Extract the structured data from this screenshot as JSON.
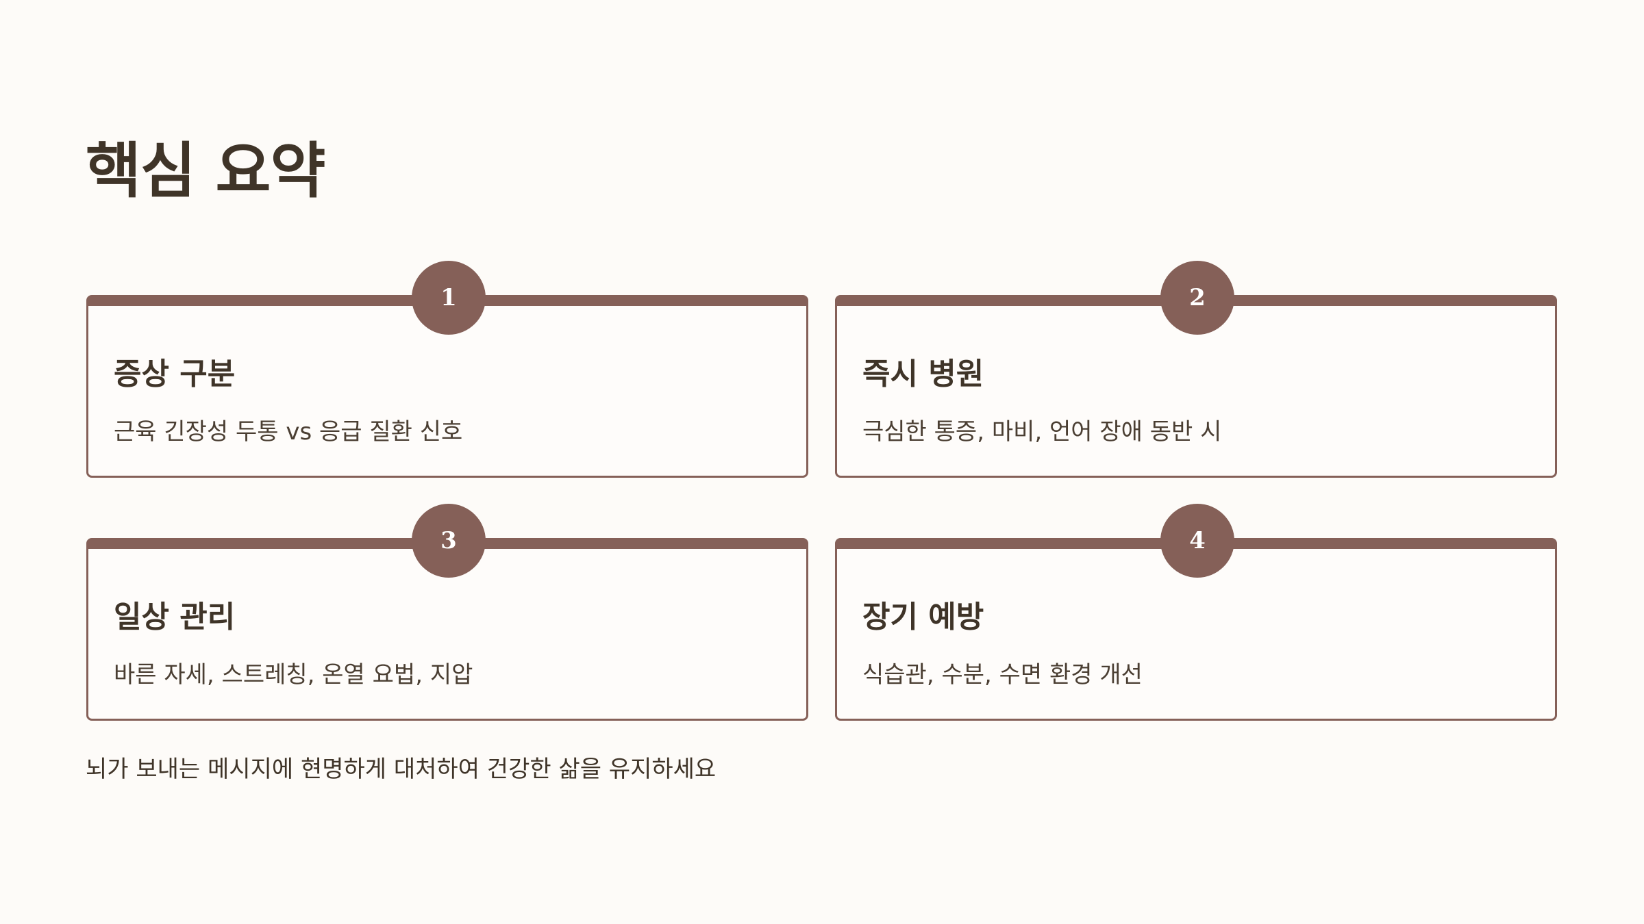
{
  "title": "핵심 요약",
  "cards": [
    {
      "number": "1",
      "heading": "증상 구분",
      "description": "근육 긴장성 두통 vs 응급 질환 신호"
    },
    {
      "number": "2",
      "heading": "즉시 병원",
      "description": "극심한 통증, 마비, 언어 장애 동반 시"
    },
    {
      "number": "3",
      "heading": "일상 관리",
      "description": "바른 자세, 스트레칭, 온열 요법, 지압"
    },
    {
      "number": "4",
      "heading": "장기 예방",
      "description": "식습관, 수분, 수면 환경 개선"
    }
  ],
  "footer": "뇌가 보내는 메시지에 현명하게 대처하여 건강한 삶을 유지하세요",
  "colors": {
    "background": "#fdfbf8",
    "accent": "#856058",
    "text": "#3f3428"
  }
}
